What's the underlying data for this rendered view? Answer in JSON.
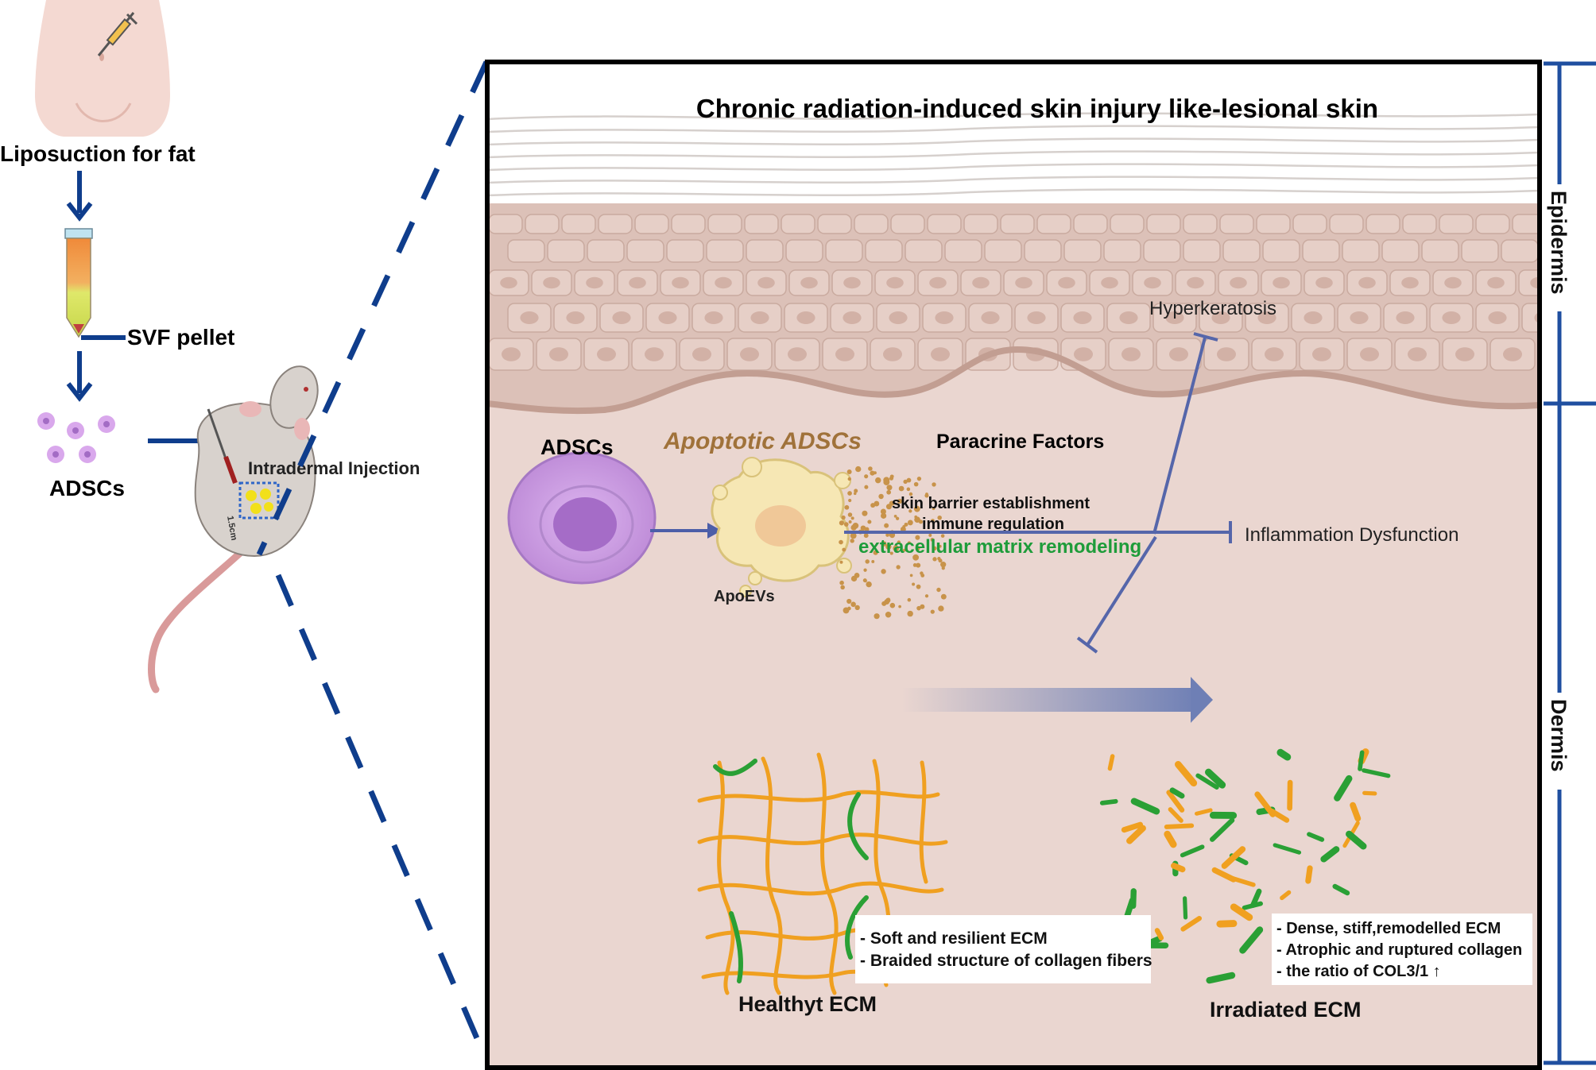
{
  "left_panel": {
    "step1_label": "Liposuction for fat",
    "step2_label": "SVF pellet",
    "step3_label": "ADSCs",
    "step4_label": "Intradermal Injection",
    "mouse_patch_label": "1.5cm"
  },
  "main_panel": {
    "title": "Chronic radiation-induced skin injury like-lesional skin",
    "adscs_label": "ADSCs",
    "apoptotic_label": "Apoptotic ADSCs",
    "apoevs_label": "ApoEVs",
    "paracrine_label": "Paracrine Factors",
    "paracrine_items": [
      "skin barrier establishment",
      "immune regulation",
      "extracellular matrix remodeling"
    ],
    "effect_hyperkeratosis": "Hyperkeratosis",
    "effect_inflammation": "Inflammation Dysfunction",
    "healthy_ecm_title": "Healthyt ECM",
    "healthy_ecm_notes": [
      "- Soft and resilient ECM",
      "- Braided structure  of collagen fibers"
    ],
    "irradiated_ecm_title": "Irradiated ECM",
    "irradiated_ecm_notes": [
      "- Dense, stiff,remodelled ECM",
      "- Atrophic and ruptured collagen",
      "- the ratio of COL3/1 ↑"
    ]
  },
  "layers": {
    "epidermis": "Epidermis",
    "dermis": "Dermis"
  },
  "colors": {
    "arrow_blue": "#0f3d8c",
    "inhibit_line": "#5566aa",
    "dermis_bg": "#ead6d0",
    "epidermis_cells": "#dcc1b8",
    "apoptotic_text": "#a0723a",
    "ecm_text": "#1e9c3a",
    "collagen_orange": "#f0a020",
    "collagen_green": "#2aa035",
    "adsc_purple": "#c99be0"
  }
}
